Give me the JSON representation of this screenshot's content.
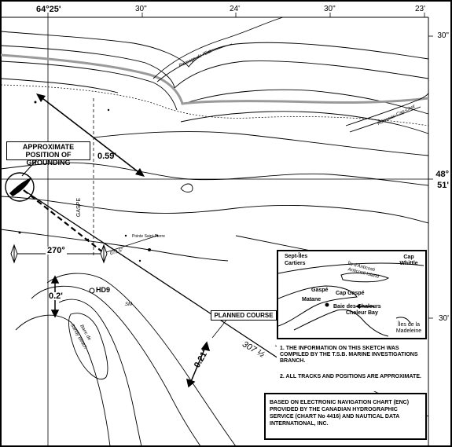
{
  "border_ticks": {
    "top": [
      "64°25'",
      "30\"",
      "24'",
      "30\"",
      "23'"
    ],
    "right": [
      "30\"",
      "48°",
      "51'",
      "30'"
    ]
  },
  "labels": {
    "grounding_box": "APPROXIMATE POSITION OF GROUNDING",
    "distance_059": "0.59'",
    "bearing_270": "270°",
    "distance_02": "0.2'",
    "hd9": "HD9",
    "planned_course": "PLANNED COURSE",
    "distance_021": "0.21'",
    "course_307": "307 ½",
    "gaspe_vertical": "GASPE",
    "bearing_small": "072.5°",
    "passage_name": "Passage de l'Est",
    "river_name": "Ruisseau Cap-Chat",
    "point_name": "Pointe Saint-Pierre",
    "sm": "SM",
    "bank_label": "Banc de Sandy Beach"
  },
  "inset": {
    "places": [
      "Sept-Îles",
      "Cartiers",
      "Île d'Anticosti",
      "Anticosti Island",
      "Cap Whittle",
      "Matane",
      "Gaspé",
      "Cap Gaspé",
      "Baie des Chaleurs",
      "Chaleur Bay",
      "Îles de la Madeleine"
    ]
  },
  "notes": {
    "n1": "1.  THE INFORMATION ON THIS SKETCH WAS COMPILED BY THE T.S.B. MARINE INVESTIGATIONS BRANCH.",
    "n2": "2.  ALL TRACKS AND POSITIONS ARE APPROXIMATE."
  },
  "enc_note": "BASED ON ELECTRONIC NAVIGATION CHART (ENC) PROVIDED BY THE CANADIAN HYDROGRAPHIC SERVICE (CHART  No 4416) AND NAUTICAL DATA INTERNATIONAL, INC."
}
